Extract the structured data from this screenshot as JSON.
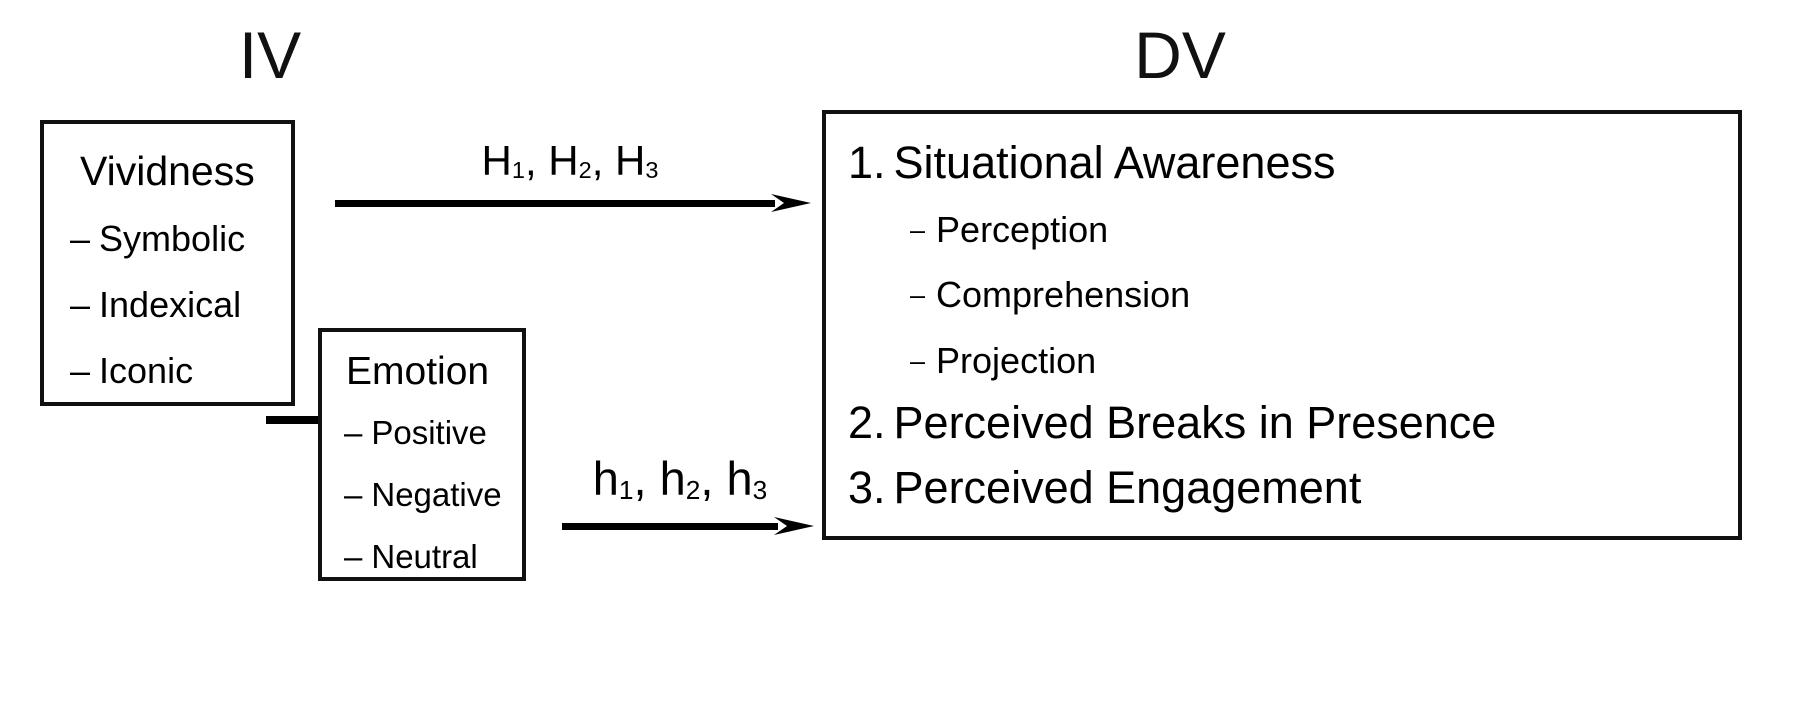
{
  "diagram": {
    "headings": {
      "iv": "IV",
      "dv": "DV"
    },
    "iv_boxes": [
      {
        "id": "vividness",
        "title": "Vividness",
        "items": [
          "Symbolic",
          "Indexical",
          "Iconic"
        ]
      },
      {
        "id": "emotion",
        "title": "Emotion",
        "items": [
          "Positive",
          "Negative",
          "Neutral"
        ]
      }
    ],
    "dv_box": {
      "items": [
        {
          "number": "1.",
          "label": "Situational Awareness",
          "sub_items": [
            "Perception",
            "Comprehension",
            "Projection"
          ]
        },
        {
          "number": "2.",
          "label": "Perceived Breaks in Presence",
          "sub_items": []
        },
        {
          "number": "3.",
          "label": "Perceived Engagement",
          "sub_items": []
        }
      ]
    },
    "arrows": [
      {
        "id": "vividness-to-dv",
        "label_parts": [
          "H",
          "1",
          ", H",
          "2",
          ", H",
          "3"
        ],
        "label_text": "H1, H2, H3"
      },
      {
        "id": "emotion-to-dv",
        "label_parts": [
          "h",
          "1",
          ", h",
          "2",
          ", h",
          "3"
        ],
        "label_text": "h1, h2, h3"
      }
    ],
    "bullet_dash": "–",
    "colors": {
      "stroke": "#111111",
      "text": "#000000",
      "background": "#ffffff"
    }
  }
}
